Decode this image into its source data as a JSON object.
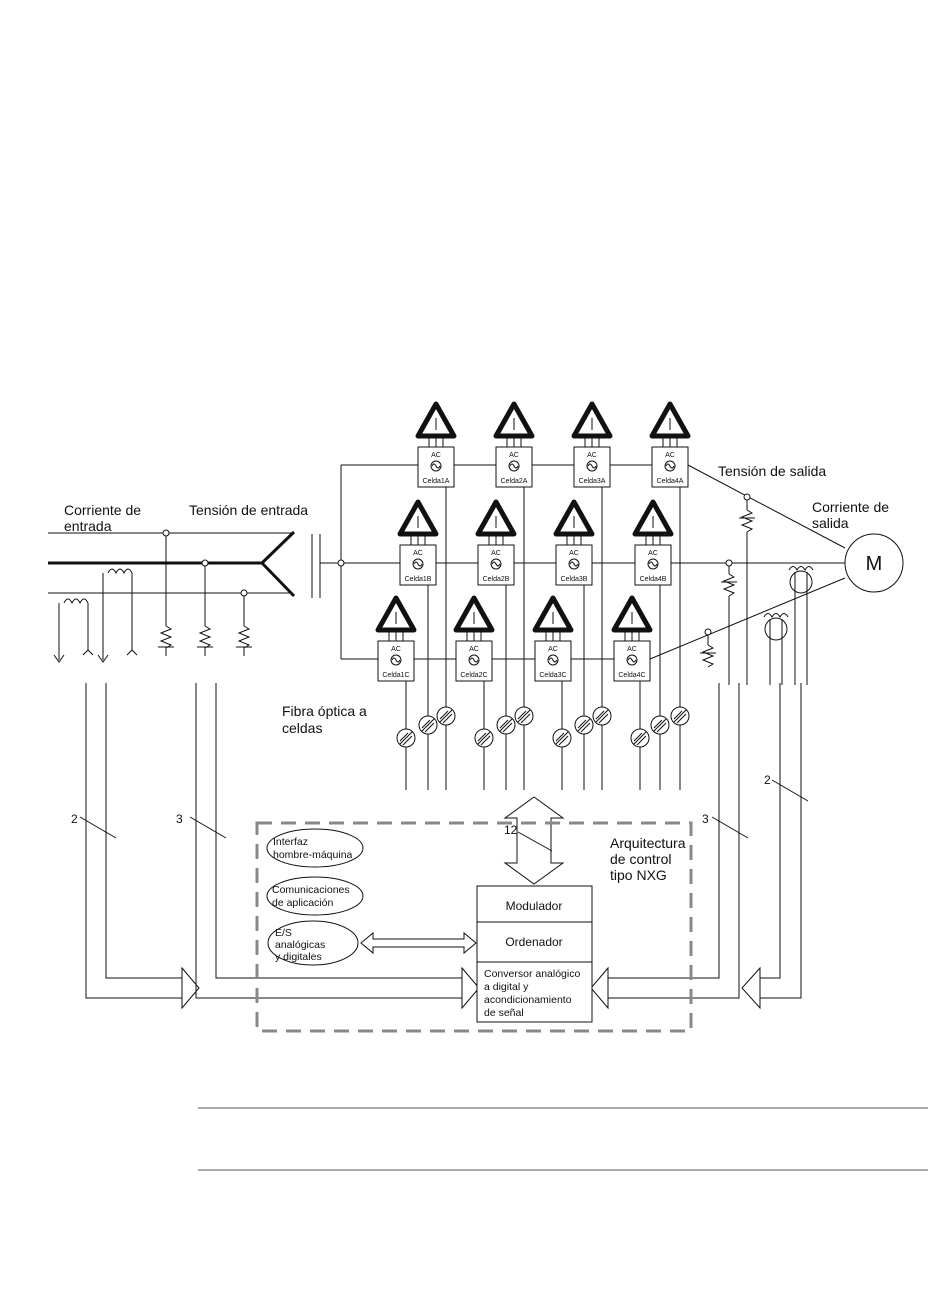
{
  "labels": {
    "input_current": [
      "Corriente de",
      "entrada"
    ],
    "input_voltage": "Tensión de entrada",
    "output_voltage": "Tensión de salida",
    "output_current": [
      "Corriente de",
      "salida"
    ],
    "motor": "M",
    "fiber": [
      "Fibra óptica a",
      "celdas"
    ],
    "architecture": [
      "Arquitectura",
      "de control",
      "tipo NXG"
    ],
    "bus_left_current": "2",
    "bus_left_voltage": "3",
    "bus_right_voltage": "3",
    "bus_right_current": "2",
    "bus_fiber": "12"
  },
  "cell_label": "AC",
  "cells": [
    [
      "Celda1A",
      "Celda2A",
      "Celda3A",
      "Celda4A"
    ],
    [
      "Celda1B",
      "Celda2B",
      "Celda3B",
      "Celda4B"
    ],
    [
      "Celda1C",
      "Celda2C",
      "Celda3C",
      "Celda4C"
    ]
  ],
  "ovals": [
    [
      "Interfaz",
      "hombre-máquina"
    ],
    [
      "Comunicaciones",
      "de aplicación"
    ],
    [
      "E/S",
      "analógicas",
      "y digitales"
    ]
  ],
  "control_blocks": {
    "modulator": "Modulador",
    "computer": "Ordenador",
    "converter": [
      "Conversor analógico",
      "a digital y",
      "acondicionamiento",
      "de señal"
    ]
  }
}
